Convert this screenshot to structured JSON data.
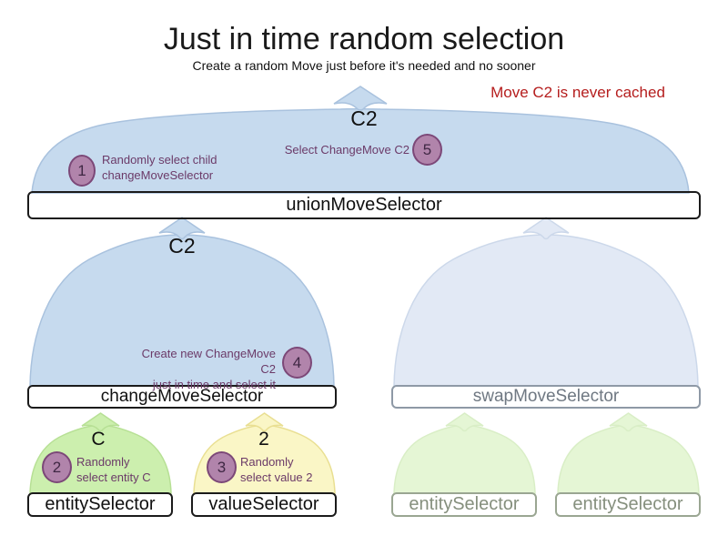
{
  "title": "Just in time random selection",
  "subtitle": "Create a random Move just before it's needed and no sooner",
  "annotation_note": "Move C2 is never cached",
  "colors": {
    "note_red": "#b51d1d",
    "annotation_purple": "#6b3a68",
    "dome_blue": "#c6daee",
    "bar_blue": "#6f9ed7",
    "dome_blue_faded": "#e2e9f5",
    "bar_blue_faded": "#b8c6de",
    "dome_green": "#ccefae",
    "bar_green": "#6cd82d",
    "dome_yellow": "#faf6c6",
    "bar_yellow": "#f6e13e",
    "dome_green_faded": "#e5f6d5",
    "bar_green_faded": "#cfecaa",
    "badge_fill": "#b184ab",
    "badge_border": "#7c4878"
  },
  "moves": {
    "union_output": "C2",
    "change_output": "C2",
    "entity_output": "C",
    "value_output": "2"
  },
  "selectors": {
    "union": "unionMoveSelector",
    "change": "changeMoveSelector",
    "swap": "swapMoveSelector",
    "entity": "entitySelector",
    "value": "valueSelector",
    "swap_entity_left": "entitySelector",
    "swap_entity_right": "entitySelector"
  },
  "steps": [
    {
      "number": "1",
      "line1": "Randomly select child",
      "line2": "changeMoveSelector"
    },
    {
      "number": "2",
      "line1": "Randomly",
      "line2": "select entity C"
    },
    {
      "number": "3",
      "line1": "Randomly",
      "line2": "select value 2"
    },
    {
      "number": "4",
      "line1": "Create new ChangeMove C2",
      "line2": "just in time and select it"
    },
    {
      "number": "5",
      "line1": "Select ChangeMove C2"
    }
  ]
}
